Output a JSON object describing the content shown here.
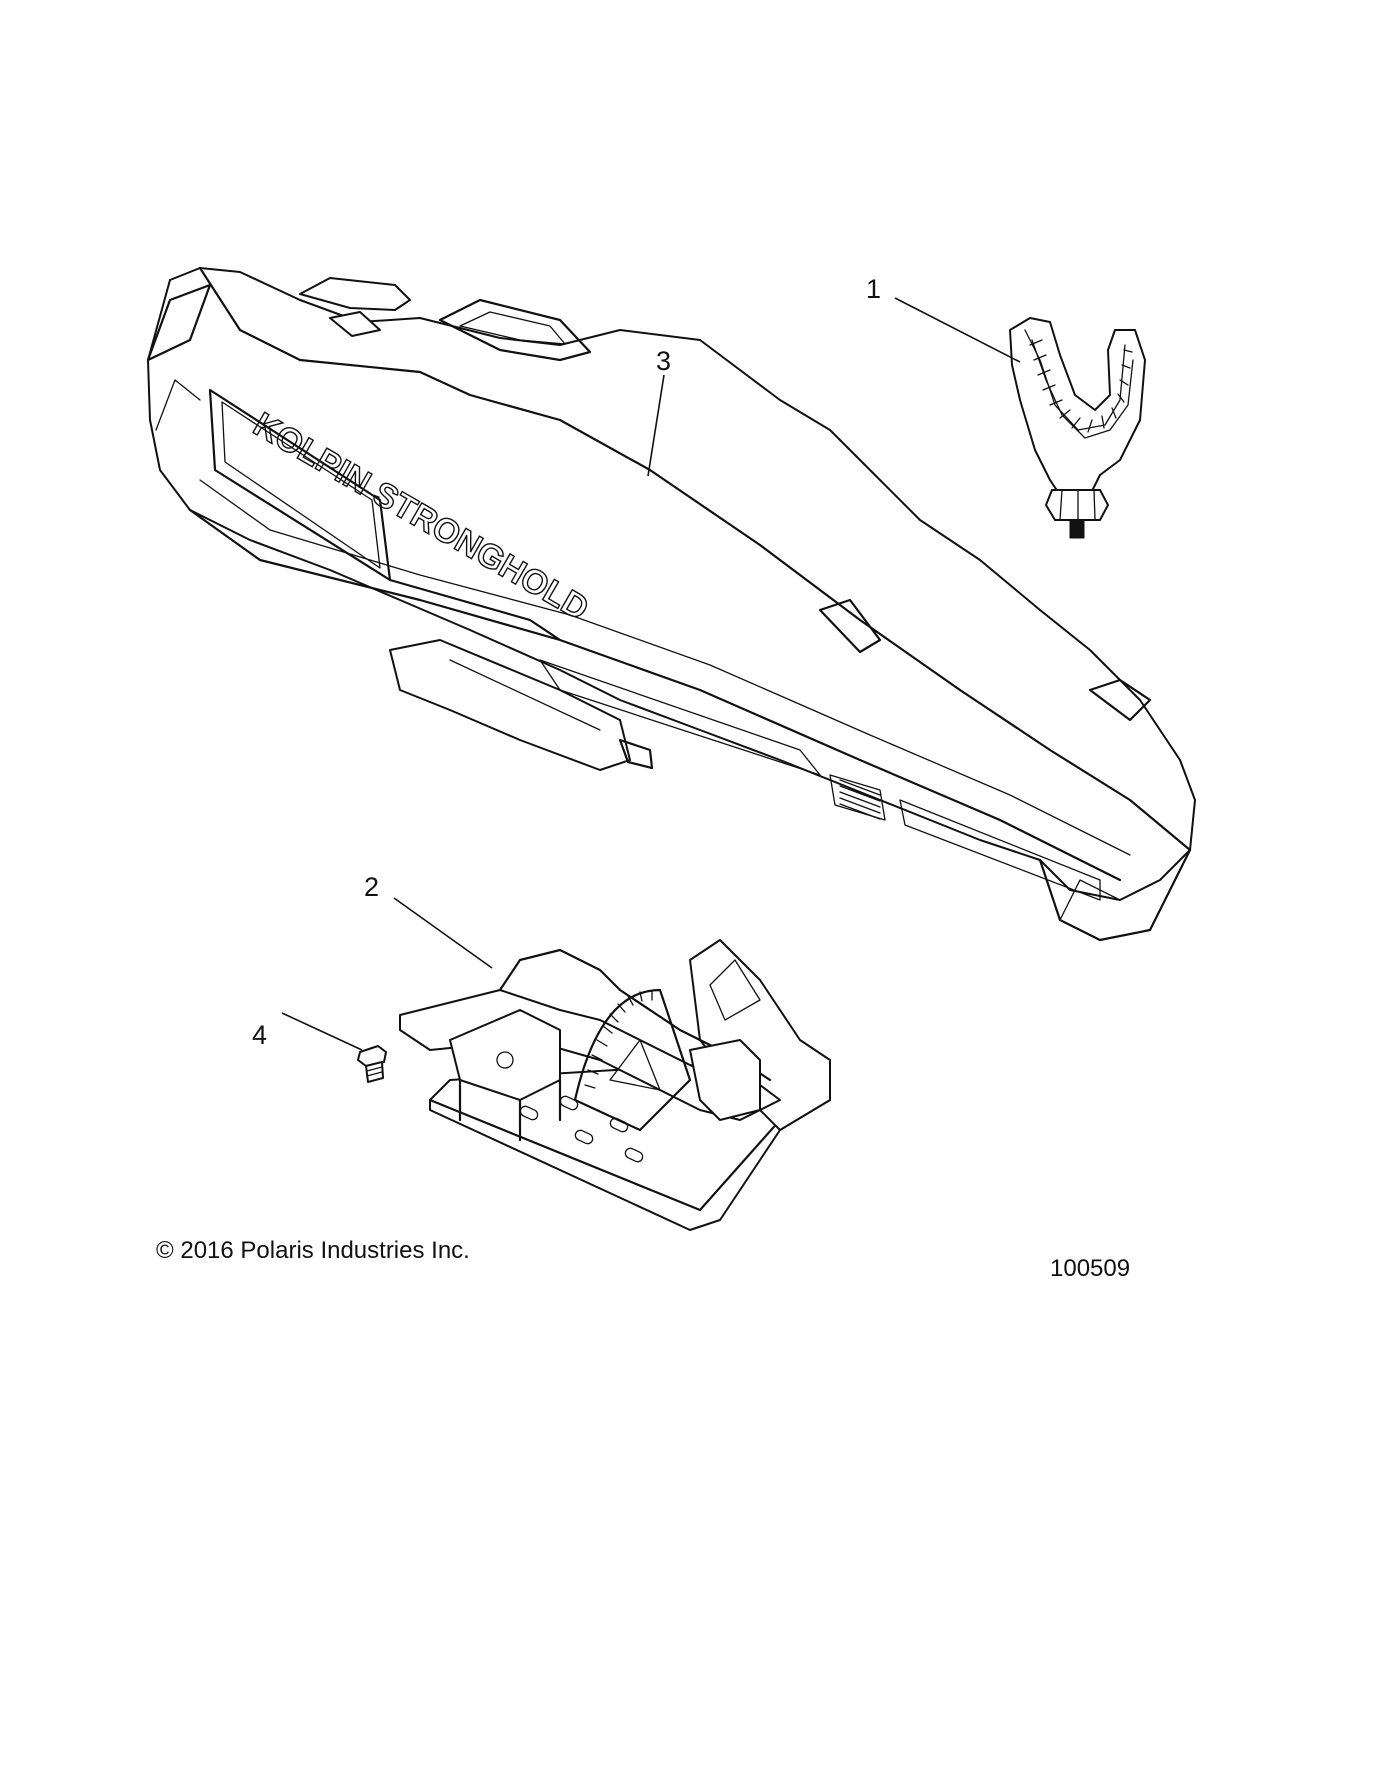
{
  "diagram": {
    "callouts": [
      {
        "id": "1",
        "label": "1"
      },
      {
        "id": "2",
        "label": "2"
      },
      {
        "id": "3",
        "label": "3"
      },
      {
        "id": "4",
        "label": "4"
      }
    ],
    "case_logo_text": "KOLPIN STRONGHOLD",
    "copyright": "© 2016 Polaris Industries Inc.",
    "figure_number": "100509"
  }
}
